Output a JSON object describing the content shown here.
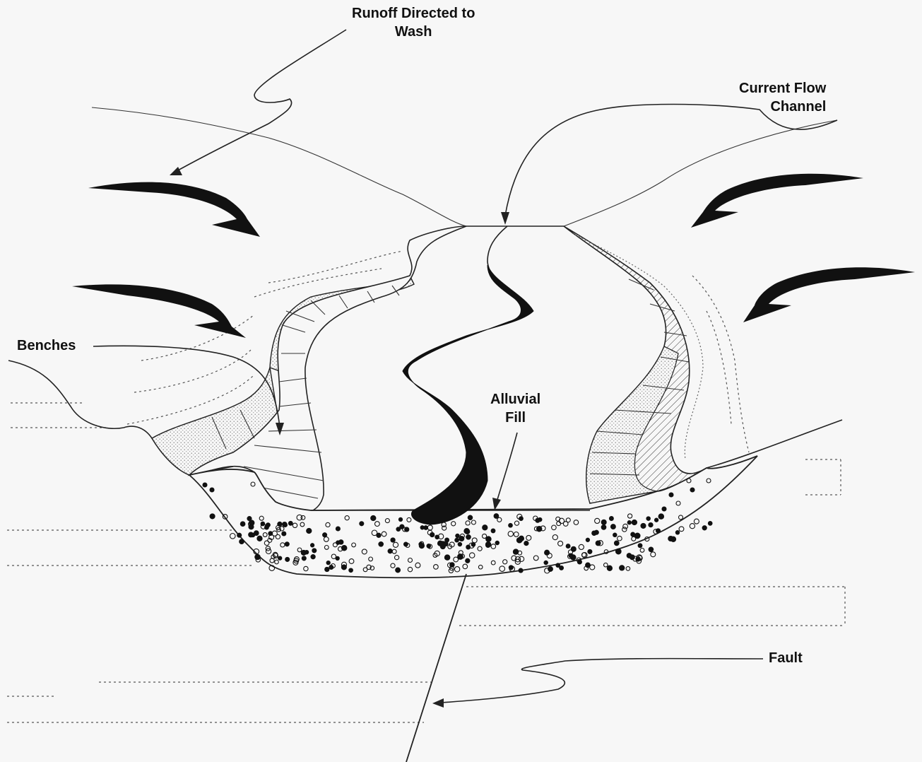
{
  "labels": {
    "runoff": {
      "line1": "Runoff Directed to",
      "line2": "Wash"
    },
    "current_flow": {
      "line1": "Current Flow",
      "line2": "Channel"
    },
    "benches": "Benches",
    "alluvial": {
      "line1": "Alluvial",
      "line2": "Fill"
    },
    "fault": "Fault"
  },
  "colors": {
    "background": "#f7f7f7",
    "ink": "#111111",
    "stipple": "#888888"
  }
}
